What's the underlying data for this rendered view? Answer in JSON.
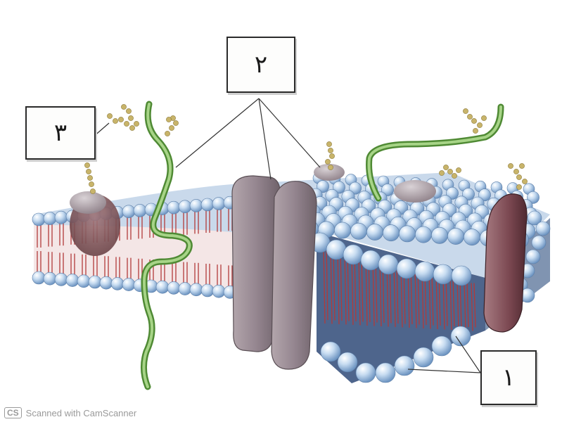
{
  "labels": {
    "label_1": "١",
    "label_2": "٢",
    "label_3": "٣"
  },
  "watermark": {
    "logo": "CS",
    "text": "Scanned with CamScanner"
  },
  "colors": {
    "phospholipid_head": "#b9d3ec",
    "phospholipid_tail": "#b23a3a",
    "integral_protein": "#8f8088",
    "channel_protein_dark": "#6a3a42",
    "glycolipid_chain": "#7cb45a",
    "carbohydrate": "#c8b46a"
  }
}
